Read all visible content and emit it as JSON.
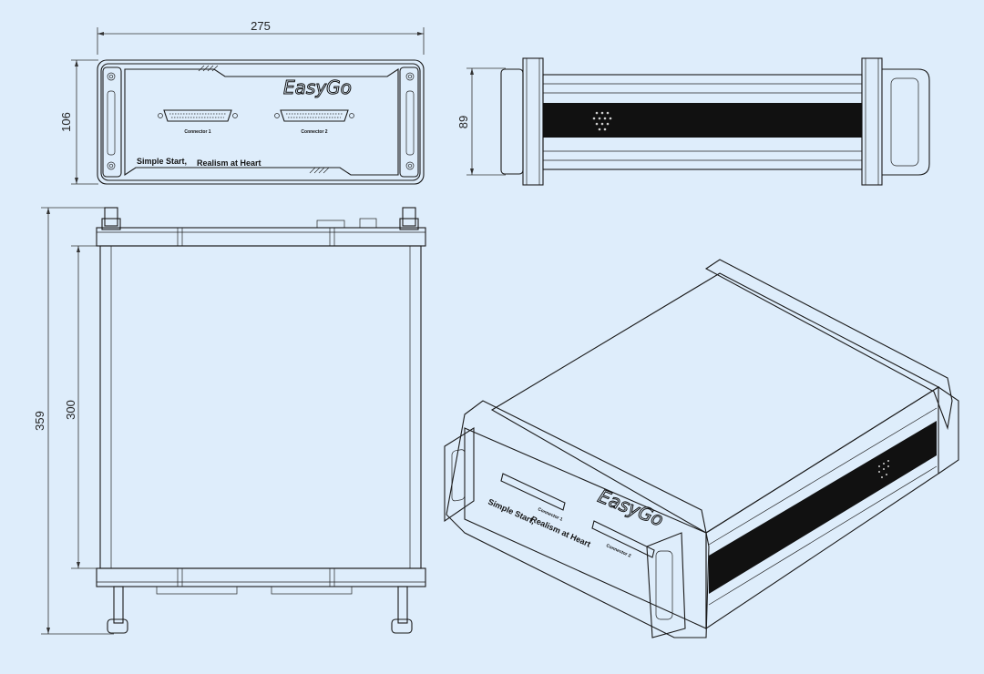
{
  "dimensions": {
    "front_width": "275",
    "front_height": "106",
    "side_height": "89",
    "top_length_total": "359",
    "top_length_body": "300"
  },
  "labels": {
    "brand": "EasyGo",
    "connector_1": "Connector 1",
    "connector_2": "Connector 2",
    "slogan_start": "Simple Start,",
    "slogan_end": "Realism at Heart"
  },
  "colors": {
    "background": "#deedfb",
    "line": "#1a1a1a",
    "stripe": "#111111"
  }
}
